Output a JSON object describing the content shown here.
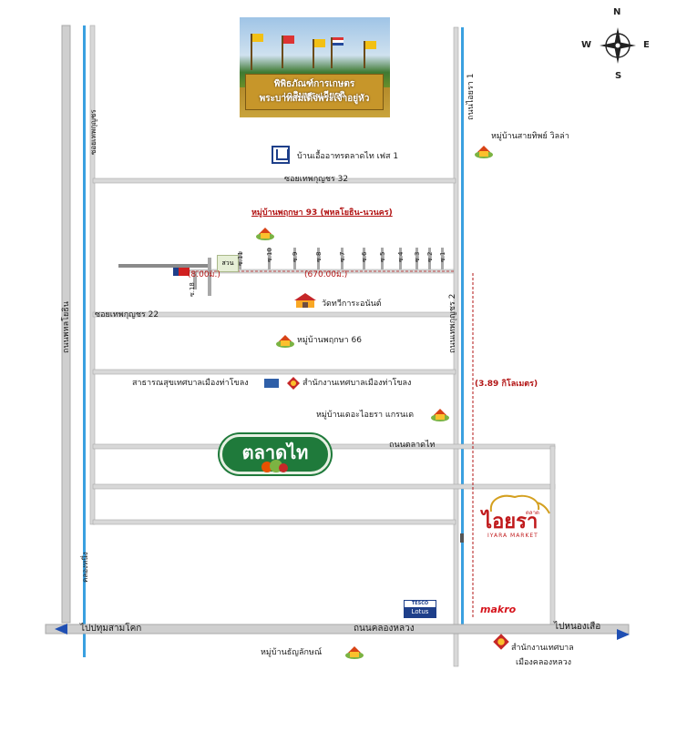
{
  "compass": {
    "n": "N",
    "s": "S",
    "e": "E",
    "w": "W"
  },
  "photo": {
    "line1": "พิพิธภัณฑ์การเกษตรเฉลิมพระเกียรติ",
    "line2": "พระบาทสมเด็จพระเจ้าอยู่หัว"
  },
  "roads": {
    "left_main": "ถนนพหลโยธิน",
    "left_soi": "ซอยเทพกุญชร",
    "right_main": "ถนนไอยรา 1",
    "right_main2": "ถนนเทพกุญชร 2",
    "soi32": "ซอยเทพกุญชร 32",
    "soi22": "ซอยเทพกุญชร 22",
    "talad_thai_road": "ถนนตลาดไท",
    "canal": "คลองหนึ่ง",
    "bottom_road": "ถนนคลองหลวง",
    "to_left": "ไปปทุมสามโคก",
    "to_right": "ไปหนองเสือ"
  },
  "places": {
    "sai_thip": "หมู่บ้านสายทิพย์ วิลล่า",
    "warehouse": "บ้านเอื้ออาทรตลาดไท เฟส 1",
    "village93": "หมู่บ้านพฤกษา 93 (พหลโยธิน-นวนคร)",
    "temple": "วัดทวีการะอนันต์",
    "village66": "หมู่บ้านพฤกษา 66",
    "health": "สาธารณสุขเทศบาลเมืองท่าโขลง",
    "municipal": "สำนักงานเทศบาลเมืองท่าโขลง",
    "iyara_grand": "หมู่บ้านเดอะไอยรา แกรนเด",
    "dhanyalak": "หมู่บ้านธัญลักษณ์",
    "khlong_luang_office_1": "สำนักงานเทศบาล",
    "khlong_luang_office_2": "เมืองคลองหลวง",
    "suan": "สวน"
  },
  "brands": {
    "talad_thai": "ตลาดไท",
    "iyara": "ไอยรา",
    "iyara_sub": "IYARA MARKET",
    "iyara_small": "ตลาด",
    "makro": "makro",
    "tesco_1": "TESCO",
    "tesco_2": "Lotus"
  },
  "distances": {
    "d1": "(8.00ม.)",
    "d2": "(670.00ม.)",
    "d3": "(3.89 กิโลเมตร)"
  },
  "sois": [
    "ซ.18",
    "ซ.11",
    "ซ.10",
    "ซ.9",
    "ซ.8",
    "ซ.7",
    "ซ.6",
    "ซ.5",
    "ซ.4",
    "ซ.3",
    "ซ.2",
    "ซ.1"
  ],
  "colors": {
    "road": "#cfcfcf",
    "road_edge": "#a8a8a8",
    "canal": "#3aa0e0",
    "route": "#b31616",
    "arrow": "#1f4fb3"
  }
}
